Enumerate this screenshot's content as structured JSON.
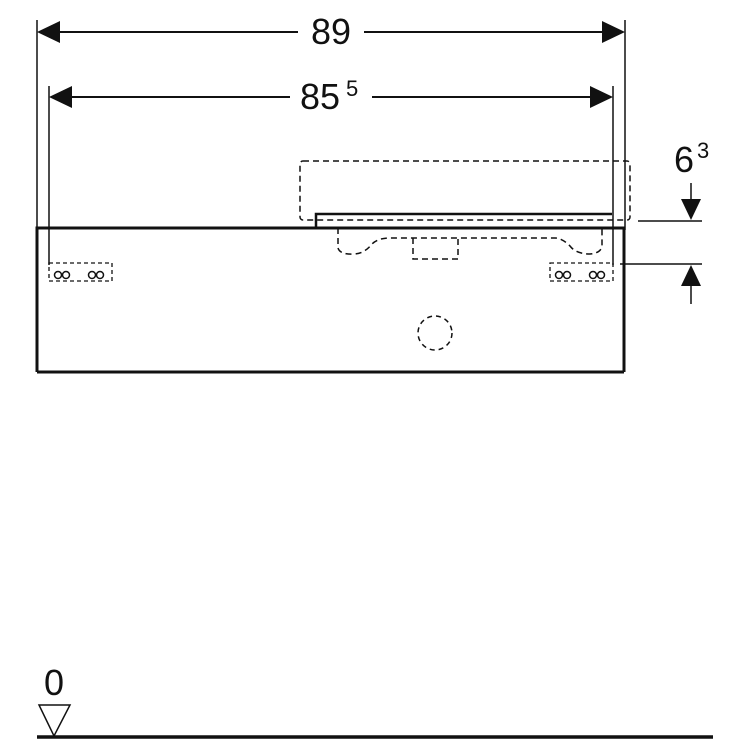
{
  "drawing": {
    "type": "technical-elevation",
    "colors": {
      "line": "#111111",
      "background": "#ffffff"
    },
    "dimensions": {
      "overall_width": {
        "value": "89",
        "superscript": ""
      },
      "inner_width": {
        "value": "85",
        "superscript": "5"
      },
      "top_height": {
        "value": "6",
        "superscript": "3"
      }
    },
    "floor_level": {
      "label": "0",
      "icon": "level-triangle-icon"
    }
  }
}
